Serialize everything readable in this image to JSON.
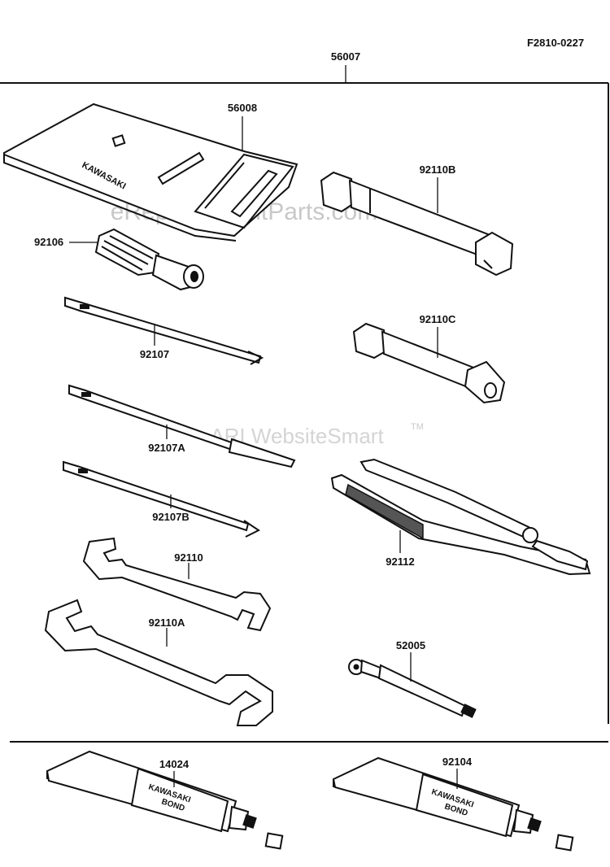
{
  "figure_code": "F2810-0227",
  "watermarks": {
    "primary": "eReplacementParts.com",
    "secondary": "ARI WebsiteSmart",
    "trademark": "TM"
  },
  "parts": {
    "tool_kit": "56007",
    "tool_bag": "56008",
    "box_wrench_b": "92110B",
    "handle": "92106",
    "screwdriver": "92107",
    "box_wrench_c": "92110C",
    "screwdriver_a": "92107A",
    "screwdriver_b": "92107B",
    "pliers": "92112",
    "wrench": "92110",
    "wrench_a": "92110A",
    "gauge": "52005",
    "bond_left": "14024",
    "bond_right": "92104"
  },
  "printed": {
    "bag_brand": "KAWASAKI",
    "tube_brand": "KAWASAKI",
    "tube_product": "BOND"
  }
}
